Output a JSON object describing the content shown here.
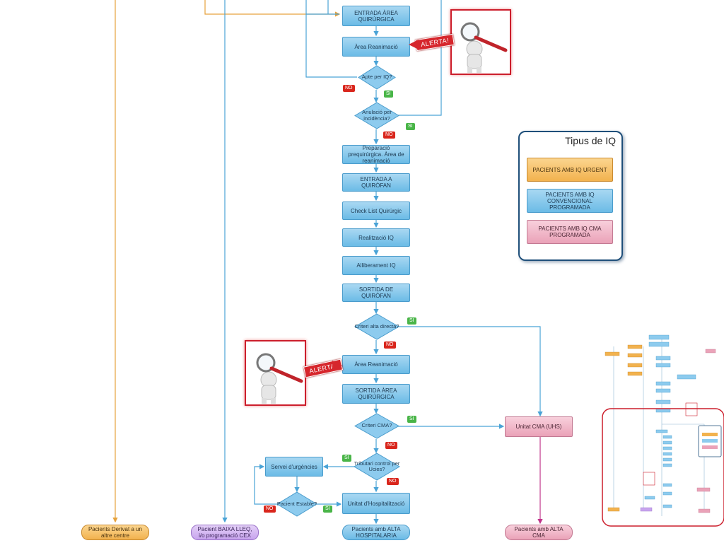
{
  "nodes": {
    "entrada_area": "ENTRADA ÀREA QUIRÚRGICA",
    "area_reanimacio_1": "Àrea Reanimació",
    "apte_iq": "Apte per IQ?",
    "anulacio": "Anulació per incidència?",
    "preparacio": "Preparació prequirúrgica. Àrea de reanimació",
    "entrada_quirofan": "ENTRADA A QUIRÒFAN",
    "check_list": "Check List Quirúrgic",
    "realitzacio": "Realització IQ",
    "alliberament": "Alliberament IQ",
    "sortida_quirofan": "SORTIDA DE QUIRÒFAN",
    "criteri_alta": "Criteri alta directa?",
    "area_reanimacio_2": "Àrea Reanimació",
    "sortida_area": "SORTIDA ÀREA QUIRÚRGICA",
    "criteri_cma": "Criteri CMA?",
    "unitat_cma": "Unitat CMA (UHS)",
    "tributari": "Tributari control per Ucies?",
    "servei_urgencies": "Servei d'urgències",
    "pacient_estable": "Pacient Estable?",
    "unitat_hosp": "Unitat d'Hospitalització",
    "alta_hosp": "Pacients amb ALTA HOSPITALARIA",
    "alta_cma": "Pacients amb ALTA CMA",
    "derivat": "Pacients Derivat a un altre centre",
    "baixa_lleq": "Pacient BAIXA LLEQ, i/o programació CEX"
  },
  "tags": {
    "no": "NO",
    "si": "SI"
  },
  "alert_label": "ALERTA!",
  "legend": {
    "title": "Tipus de IQ",
    "urgent": "PACIENTS AMB IQ URGENT",
    "convencional": "PACIENTS AMB IQ CONVENCIONAL PROGRAMADA",
    "cma": "PACIENTS AMB IQ CMA PROGRAMADA"
  },
  "colors": {
    "blue": "#6bbbe6",
    "pink": "#eaa2b8",
    "orange": "#f2b24e",
    "purple": "#c8a4ee",
    "alert_red": "#cc1e2c",
    "flow_line": "#4aa3d6"
  }
}
